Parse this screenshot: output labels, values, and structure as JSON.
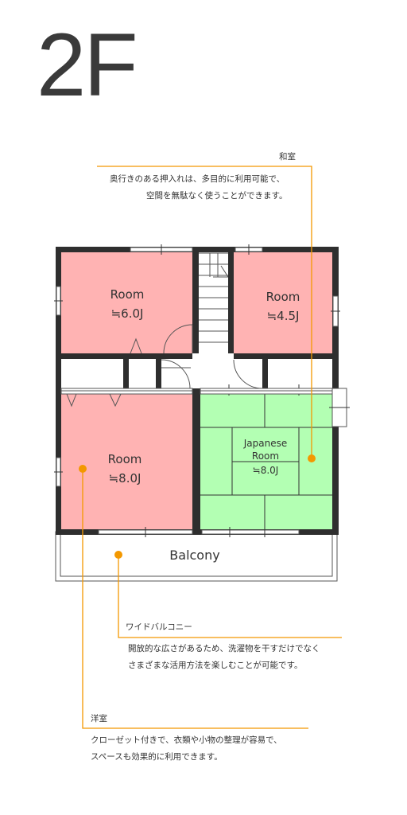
{
  "floor": "2F",
  "colors": {
    "wall": "#2e2e2e",
    "western_room": "#ffb3b3",
    "japanese_room": "#b3ffb3",
    "callout": "#f39800",
    "text": "#333333"
  },
  "rooms": [
    {
      "id": "room-1",
      "name": "Room",
      "size": "≒6.0J"
    },
    {
      "id": "room-2",
      "name": "Room",
      "size": "≒4.5J"
    },
    {
      "id": "room-3",
      "name": "Room",
      "size": "≒8.0J"
    },
    {
      "id": "japanese",
      "name_line1": "Japanese",
      "name_line2": "Room",
      "size": "≒8.0J"
    }
  ],
  "balcony": {
    "label": "Balcony"
  },
  "callouts": {
    "washitsu": {
      "title": "和室",
      "lines": [
        "奥行きのある押入れは、多目的に利用可能で、",
        "空間を無駄なく使うことができます。"
      ]
    },
    "balcony": {
      "title": "ワイドバルコニー",
      "lines": [
        "開放的な広さがあるため、洗濯物を干すだけでなく",
        "さまざまな活用方法を楽しむことが可能です。"
      ]
    },
    "youshitsu": {
      "title": "洋室",
      "lines": [
        "クローゼット付きで、衣類や小物の整理が容易で、",
        "スペースも効果的に利用できます。"
      ]
    }
  }
}
